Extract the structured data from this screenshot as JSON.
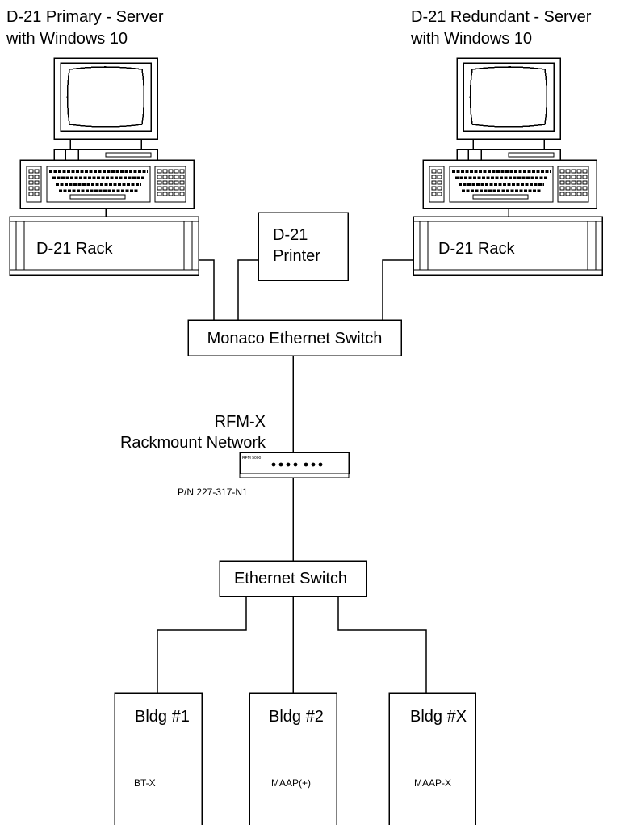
{
  "servers": {
    "primary": {
      "title_line1": "D-21 Primary - Server",
      "title_line2": "with Windows 10",
      "rack_label": "D-21 Rack"
    },
    "redundant": {
      "title_line1": "D-21 Redundant - Server",
      "title_line2": "with Windows 10",
      "rack_label": "D-21 Rack"
    }
  },
  "printer": {
    "label_line1": "D-21",
    "label_line2": "Printer"
  },
  "monaco_switch": {
    "label": "Monaco Ethernet Switch"
  },
  "rfm": {
    "title_line1": "RFM-X",
    "title_line2": "Rackmount Network",
    "faceplate": "RFM 5000",
    "part_number": "P/N 227-317-N1"
  },
  "ethernet_switch": {
    "label": "Ethernet Switch"
  },
  "buildings": [
    {
      "name": "Bldg #1",
      "device": "BT-X"
    },
    {
      "name": "Bldg #2",
      "device": "MAAP(+)"
    },
    {
      "name": "Bldg #X",
      "device": "MAAP-X"
    }
  ]
}
